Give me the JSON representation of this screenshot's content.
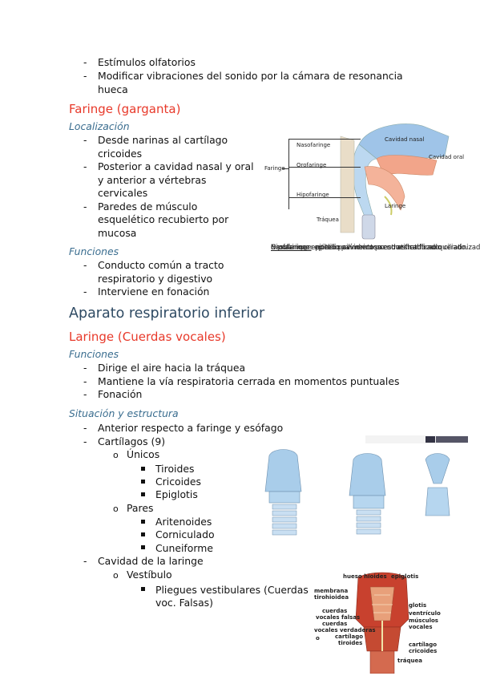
{
  "intro_list": [
    "Estímulos olfatorios",
    "Modificar vibraciones del sonido por la cámara de resonancia",
    "hueca"
  ],
  "faringe": {
    "title": "Faringe (garganta)",
    "loc_heading": "Localización",
    "loc_lines": [
      "Desde narinas al cartílago",
      "cricoides",
      "Posterior a cavidad nasal y oral",
      "y anterior a vértebras",
      "cervicales",
      "Paredes de músculo",
      "esquelético recubierto por",
      "mucosa"
    ],
    "func_heading": "Funciones",
    "func_lines": [
      "Conducto común a tracto",
      "respiratorio y digestivo",
      "Interviene en fonación"
    ],
    "figure": {
      "labels": {
        "nasofaringe": "Nasofaringe",
        "faringe": "Faringe",
        "orofaringe": "Orofaringe",
        "hipofaringe": "Hipofaringe",
        "traquea": "Tráquea",
        "laringe": "Laringe",
        "cavidad_nasal": "Cavidad nasal",
        "cavidad_oral": "Cavidad oral"
      },
      "caption": [
        {
          "term": "Nasofaringe",
          "desc": ": epitelio cilíndrico pseudoestratificado ciliado."
        },
        {
          "term": "Orofaringe",
          "desc": ": epitelio pavimentoso estratificado no queratinizado"
        },
        {
          "term": "Hipofaringe",
          "desc": ": epitelio pavimentoso no estratificado."
        }
      ]
    }
  },
  "inferior": {
    "title": "Aparato respiratorio inferior"
  },
  "laringe": {
    "title": "Laringe (Cuerdas vocales)",
    "func_heading": "Funciones",
    "func_lines": [
      "Dirige el aire hacia la tráquea",
      "Mantiene la vía respiratoria cerrada en momentos puntuales",
      "Fonación"
    ],
    "sit_heading": "Situación y estructura",
    "sit_items": {
      "anterior": "Anterior respecto a faringe y esófago",
      "cartilagos": "Cartílagos (9)",
      "unicos": "Únicos",
      "tiroides": "Tiroides",
      "cricoides": "Cricoides",
      "epiglotis": "Epiglotis",
      "pares": "Pares",
      "aritenoides": "Aritenoides",
      "corniculado": "Corniculado",
      "cuneiforme": "Cuneiforme",
      "cavidad": "Cavidad de la laringe",
      "vestibulo": "Vestíbulo",
      "pliegues_1": "Pliegues vestibulares (Cuerdas",
      "pliegues_2": "voc. Falsas)"
    },
    "figure2": {
      "labels": {
        "hueso_hioides": "hueso hioides",
        "epiglotis": "epiglotis",
        "membrana": "membrana",
        "tirohioidea": "tirohioidea",
        "glotis": "glotis",
        "ventriculo": "ventrículo",
        "cuerdas_vocales_falsas_1": "cuerdas",
        "cuerdas_vocales_falsas_2": "vocales falsas",
        "musculos": "músculos",
        "vocales": "vocales",
        "cuerdas_vocales_verdaderas_1": "cuerdas",
        "cuerdas_vocales_verdaderas_2": "vocales verdaderas",
        "cartilago_tiroides_1": "cartílago",
        "cartilago_tiroides_2": "tiroides",
        "cartilago_cricoides_1": "cartílago",
        "cartilago_cricoides_2": "cricoides",
        "traquea": "tráquea",
        "o": "o"
      }
    }
  },
  "colors": {
    "heading_red": "#e8392a",
    "heading_blue": "#2e4a63",
    "subheading_blue": "#3a6d8f"
  }
}
